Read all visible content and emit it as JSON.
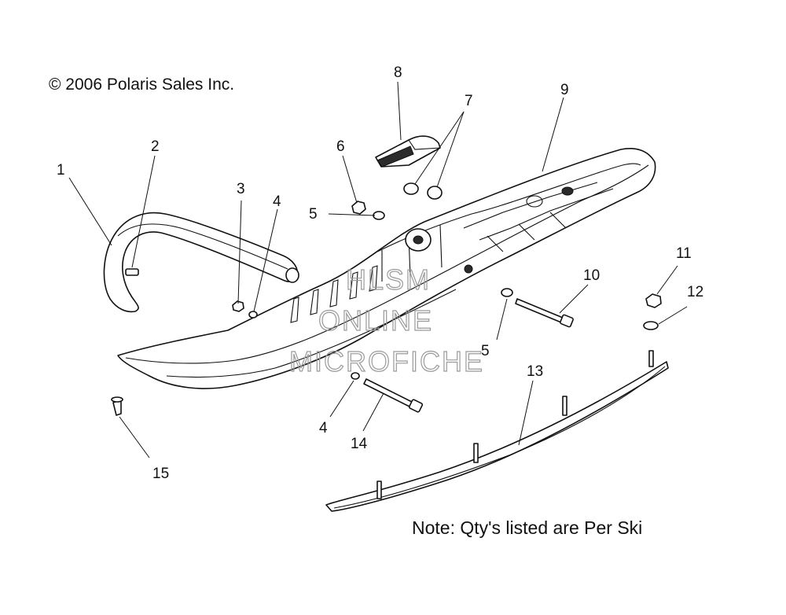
{
  "copyright": "© 2006 Polaris Sales Inc.",
  "note": "Note: Qty's listed are Per Ski",
  "watermark": [
    "HLSM",
    "ONLINE",
    "MICROFICHE"
  ],
  "callouts": [
    {
      "id": "c1",
      "label": "1"
    },
    {
      "id": "c2",
      "label": "2"
    },
    {
      "id": "c3",
      "label": "3"
    },
    {
      "id": "c4a",
      "label": "4"
    },
    {
      "id": "c4b",
      "label": "4"
    },
    {
      "id": "c5a",
      "label": "5"
    },
    {
      "id": "c5b",
      "label": "5"
    },
    {
      "id": "c6",
      "label": "6"
    },
    {
      "id": "c7",
      "label": "7"
    },
    {
      "id": "c8",
      "label": "8"
    },
    {
      "id": "c9",
      "label": "9"
    },
    {
      "id": "c10",
      "label": "10"
    },
    {
      "id": "c11",
      "label": "11"
    },
    {
      "id": "c12",
      "label": "12"
    },
    {
      "id": "c13",
      "label": "13"
    },
    {
      "id": "c14",
      "label": "14"
    },
    {
      "id": "c15",
      "label": "15"
    }
  ]
}
